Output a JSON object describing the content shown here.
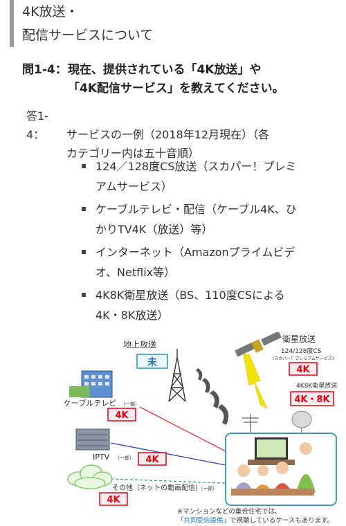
{
  "section": {
    "title_line1": "4K放送・",
    "title_line2": "配信サービスについて"
  },
  "question": {
    "label": "問1-4：",
    "line1": "現在、提供されている「4K放送」や",
    "line2": "「4K配信サービス」を教えてください。"
  },
  "answer": {
    "label": "答1-4：",
    "line1": "サービスの一例（2018年12月現在）（各",
    "line2": "カテゴリー内は五十音順）"
  },
  "bullets": [
    {
      "line1": "124／128度CS放送（スカパー！プレミ",
      "line2": "アムサービス）"
    },
    {
      "line1": "ケーブルテレビ・配信（ケーブル4K、ひ",
      "line2": "かりTV4K（放送）等）"
    },
    {
      "line1": "インターネット（Amazonプライムビデ",
      "line2": "オ、Netflix等）"
    },
    {
      "line1": "4K8K衛星放送（BS、110度CSによる",
      "line2": "4K・8K放送）"
    }
  ],
  "diagram": {
    "terrestrial_label": "地上放送",
    "terrestrial_badge": "未",
    "satellite_label": "衛星放送",
    "cs_label": "124/128度CS",
    "cs_sub": "(スカパー！プレミアムサービス)",
    "cs_badge": "4K",
    "bs_label": "4K8K衛星放送",
    "bs_badge": "4K・8K",
    "cable_label": "ケーブルテレビ",
    "cable_sub": "（一部）",
    "cable_badge": "4K",
    "iptv_label": "IPTV",
    "iptv_sub": "（一部）",
    "iptv_badge": "4K",
    "other_label": "その他（ネットの動画配信）",
    "other_sub": "（一部）",
    "other_badge": "4K",
    "note_line1": "※マンションなどの集合住宅では、",
    "note_highlight": "「共同受信設備」",
    "note_line2_rest": "で視聴しているケースもあります。",
    "colors": {
      "badge_border": "#e60012",
      "badge_text": "#e60012",
      "badge_bg": "#fdecef",
      "blue_badge_border": "#2a8fd0",
      "blue_badge_text": "#1e6fb3",
      "cable_line": "#e23a3a",
      "iptv_line": "#2b3fb8",
      "other_line": "#3aa36a",
      "beam": "#f2e400",
      "note_highlight": "#1a7cc8"
    }
  }
}
